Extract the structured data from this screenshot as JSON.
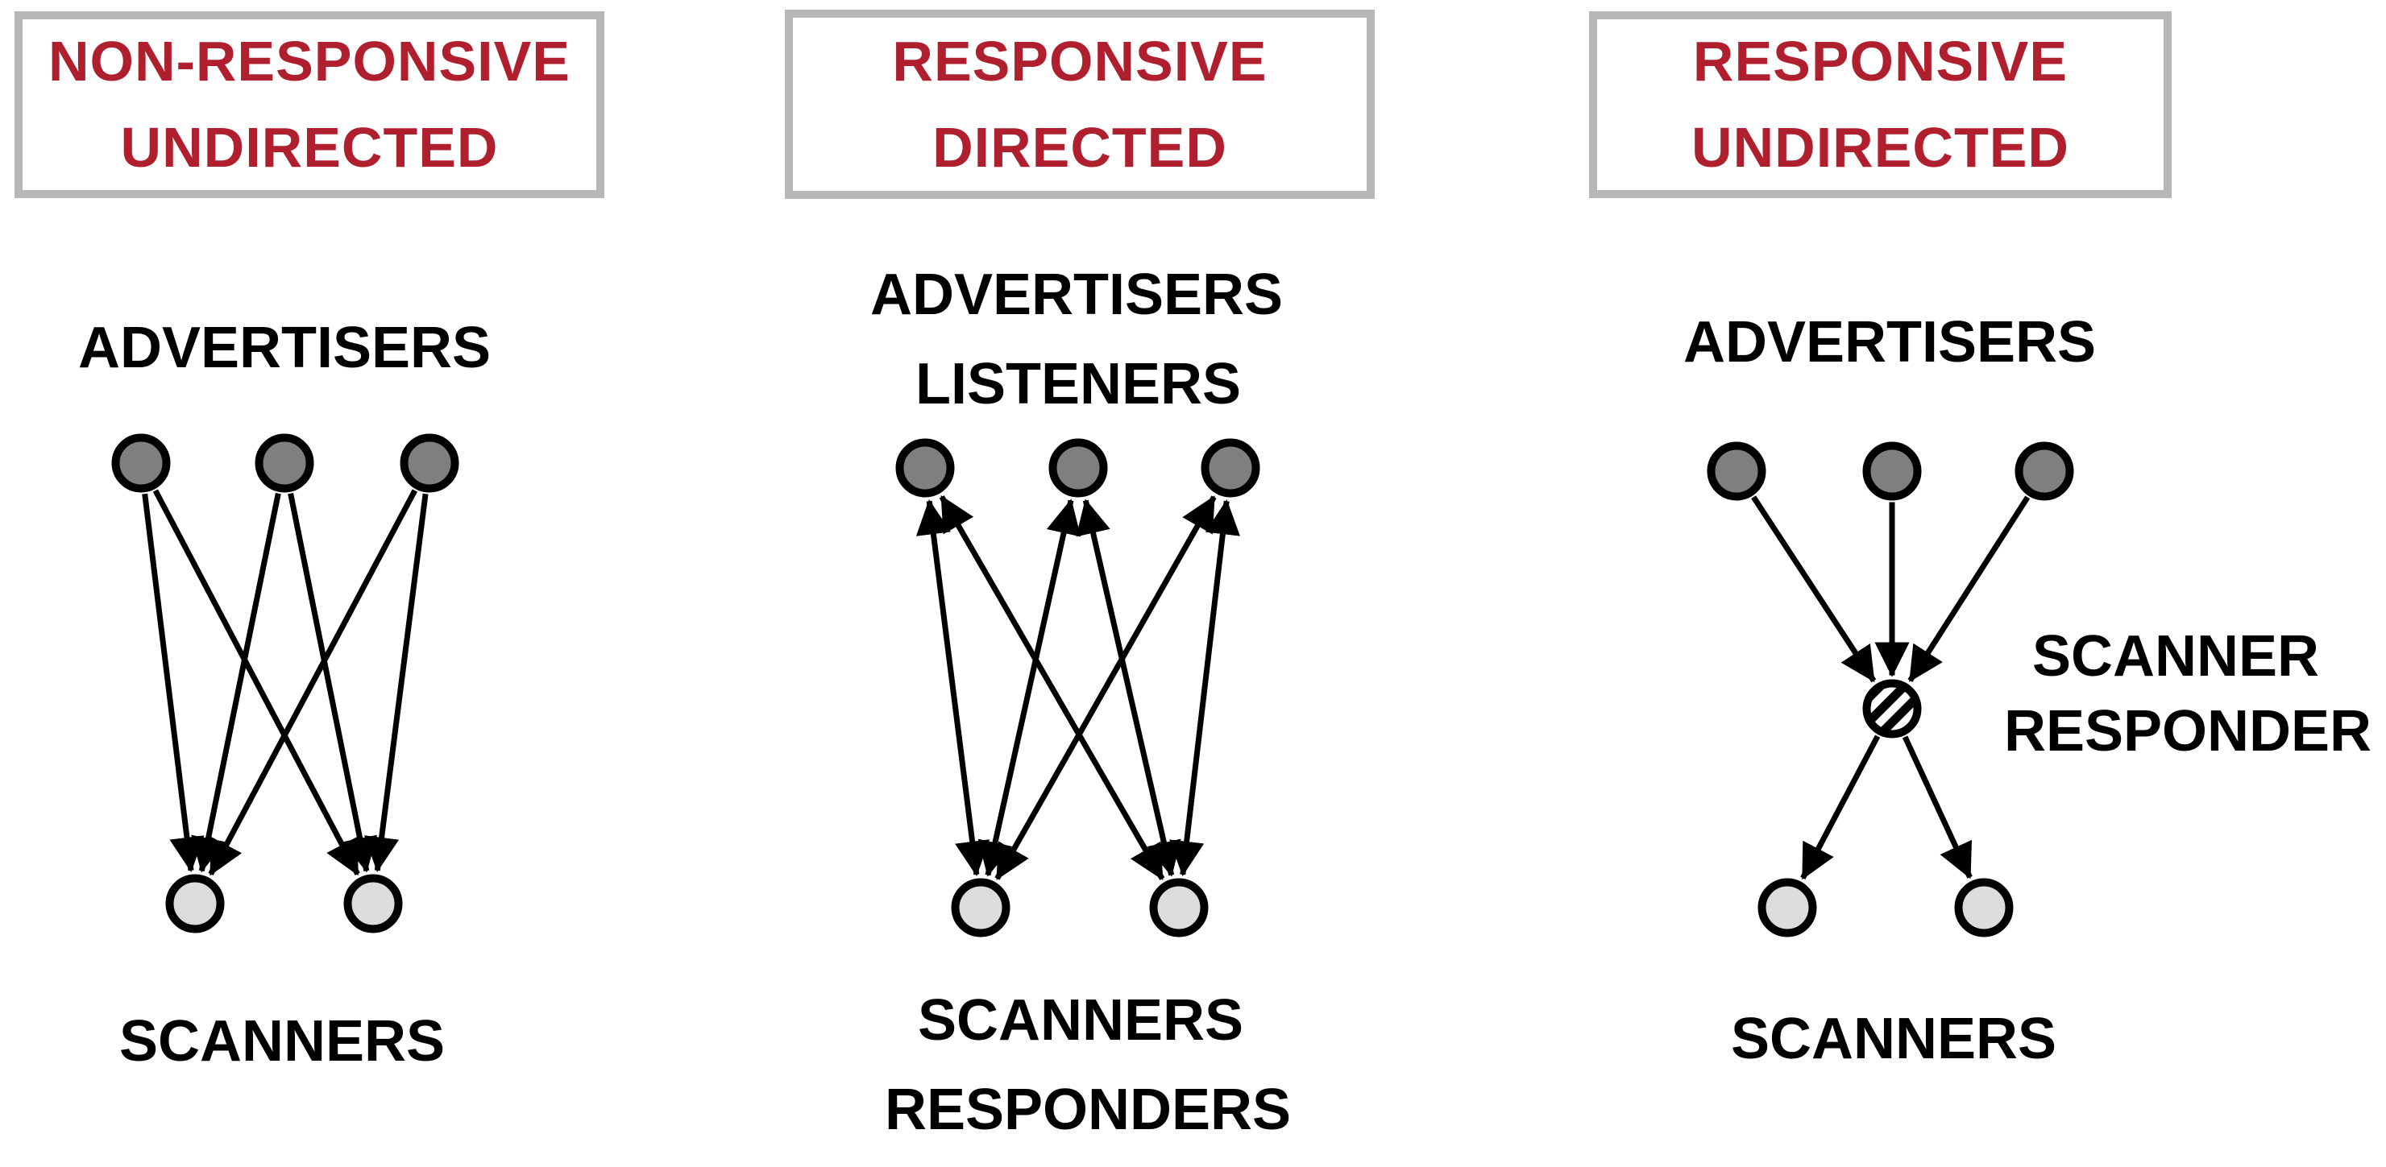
{
  "figure": {
    "type": "network-diagram",
    "description_visible_text_only": true
  },
  "colors": {
    "background": "#ffffff",
    "header_text": "#b01f2e",
    "header_border": "#b7b7b7",
    "node_dark_fill": "#7f7f7f",
    "node_light_fill": "#dcdcdc",
    "node_stroke": "#000000",
    "edge": "#000000",
    "label_text": "#000000"
  },
  "panels": [
    {
      "id": "non-responsive-undirected",
      "header": {
        "line1": "NON-RESPONSIVE",
        "line2": "UNDIRECTED"
      },
      "labels": {
        "advertisers": "ADVERTISERS",
        "scanners": "SCANNERS"
      },
      "graph": {
        "nodes": [
          {
            "id": "A1",
            "role": "advertiser",
            "style": "dark"
          },
          {
            "id": "A2",
            "role": "advertiser",
            "style": "dark"
          },
          {
            "id": "A3",
            "role": "advertiser",
            "style": "dark"
          },
          {
            "id": "S1",
            "role": "scanner",
            "style": "light"
          },
          {
            "id": "S2",
            "role": "scanner",
            "style": "light"
          }
        ],
        "edges": [
          {
            "from": "A1",
            "to": "S1",
            "arrows": "to"
          },
          {
            "from": "A1",
            "to": "S2",
            "arrows": "to"
          },
          {
            "from": "A2",
            "to": "S1",
            "arrows": "to"
          },
          {
            "from": "A2",
            "to": "S2",
            "arrows": "to"
          },
          {
            "from": "A3",
            "to": "S1",
            "arrows": "to"
          },
          {
            "from": "A3",
            "to": "S2",
            "arrows": "to"
          }
        ]
      }
    },
    {
      "id": "responsive-directed",
      "header": {
        "line1": "RESPONSIVE",
        "line2": "DIRECTED"
      },
      "labels": {
        "advertisers": "ADVERTISERS",
        "listeners": "LISTENERS",
        "scanners": "SCANNERS",
        "responders": "RESPONDERS"
      },
      "graph": {
        "nodes": [
          {
            "id": "A1",
            "role": "advertiser-listener",
            "style": "dark"
          },
          {
            "id": "A2",
            "role": "advertiser-listener",
            "style": "dark"
          },
          {
            "id": "A3",
            "role": "advertiser-listener",
            "style": "dark"
          },
          {
            "id": "S1",
            "role": "scanner-responder",
            "style": "light"
          },
          {
            "id": "S2",
            "role": "scanner-responder",
            "style": "light"
          }
        ],
        "edges": [
          {
            "from": "A1",
            "to": "S1",
            "arrows": "both"
          },
          {
            "from": "A1",
            "to": "S2",
            "arrows": "both"
          },
          {
            "from": "A2",
            "to": "S1",
            "arrows": "both"
          },
          {
            "from": "A2",
            "to": "S2",
            "arrows": "both"
          },
          {
            "from": "A3",
            "to": "S1",
            "arrows": "both"
          },
          {
            "from": "A3",
            "to": "S2",
            "arrows": "both"
          }
        ]
      }
    },
    {
      "id": "responsive-undirected",
      "header": {
        "line1": "RESPONSIVE",
        "line2": "UNDIRECTED"
      },
      "labels": {
        "advertisers": "ADVERTISERS",
        "scanner": "SCANNER",
        "responder": "RESPONDER",
        "scanners": "SCANNERS"
      },
      "graph": {
        "nodes": [
          {
            "id": "A1",
            "role": "advertiser",
            "style": "dark"
          },
          {
            "id": "A2",
            "role": "advertiser",
            "style": "dark"
          },
          {
            "id": "A3",
            "role": "advertiser",
            "style": "dark"
          },
          {
            "id": "R",
            "role": "scanner-responder",
            "style": "hatched"
          },
          {
            "id": "S1",
            "role": "scanner",
            "style": "light"
          },
          {
            "id": "S2",
            "role": "scanner",
            "style": "light"
          }
        ],
        "edges": [
          {
            "from": "A1",
            "to": "R",
            "arrows": "to"
          },
          {
            "from": "A2",
            "to": "R",
            "arrows": "to"
          },
          {
            "from": "A3",
            "to": "R",
            "arrows": "to"
          },
          {
            "from": "R",
            "to": "S1",
            "arrows": "to"
          },
          {
            "from": "R",
            "to": "S2",
            "arrows": "to"
          }
        ]
      }
    }
  ]
}
